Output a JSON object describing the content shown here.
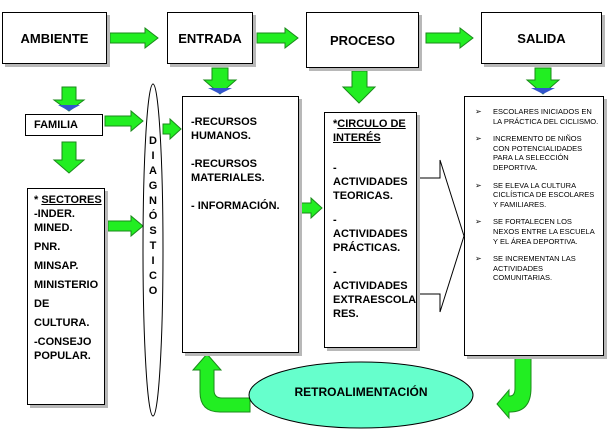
{
  "headers": {
    "ambiente": "AMBIENTE",
    "entrada": "ENTRADA",
    "proceso": "PROCESO",
    "salida": "SALIDA"
  },
  "familia": "FAMILIA",
  "diagnostico_letters": [
    "D",
    "I",
    "A",
    "G",
    "N",
    "Ó",
    "S",
    "T",
    "I",
    "C",
    "O"
  ],
  "sectores": {
    "title_prefix": "* ",
    "title": "SECTORES",
    "items": [
      "-INDER.",
      "MINED.",
      "PNR.",
      "MINSAP.",
      "MINISTERIO",
      "DE",
      "CULTURA.",
      "-CONSEJO",
      "POPULAR."
    ]
  },
  "entrada": {
    "items": [
      "-RECURSOS HUMANOS.",
      "-RECURSOS MATERIALES.",
      "- INFORMACIÓN."
    ]
  },
  "proceso": {
    "title_prefix": "*",
    "title": "CIRCULO DE INTERÉS",
    "items": [
      "- ACTIVIDADES TEORICAS.",
      "- ACTIVIDADES PRÁCTICAS.",
      "- ACTIVIDADES EXTRAESCOLA RES."
    ]
  },
  "salida": {
    "items": [
      "ESCOLARES INICIADOS EN LA PRÁCTICA DEL CICLISMO.",
      "INCREMENTO DE NIÑOS CON POTENCIALIDADES PARA LA SELECCIÓN DEPORTIVA.",
      "SE ELEVA LA CULTURA CICLÍSTICA DE ESCOLARES Y FAMILIARES.",
      "SE FORTALECEN LOS NEXOS ENTRE LA ESCUELA Y EL ÁREA DEPORTIVA.",
      "SE INCREMENTAN LAS ACTIVIDADES COMUNITARIAS."
    ]
  },
  "retro": "RETROALIMENTACIÓN",
  "colors": {
    "arrow_fill": "#22ee22",
    "arrow_stroke": "#1a8a1a",
    "arrow_tip_blue": "#3355cc",
    "ellipse_fill": "#66ffcc",
    "shadow": "#b8b8b8"
  }
}
